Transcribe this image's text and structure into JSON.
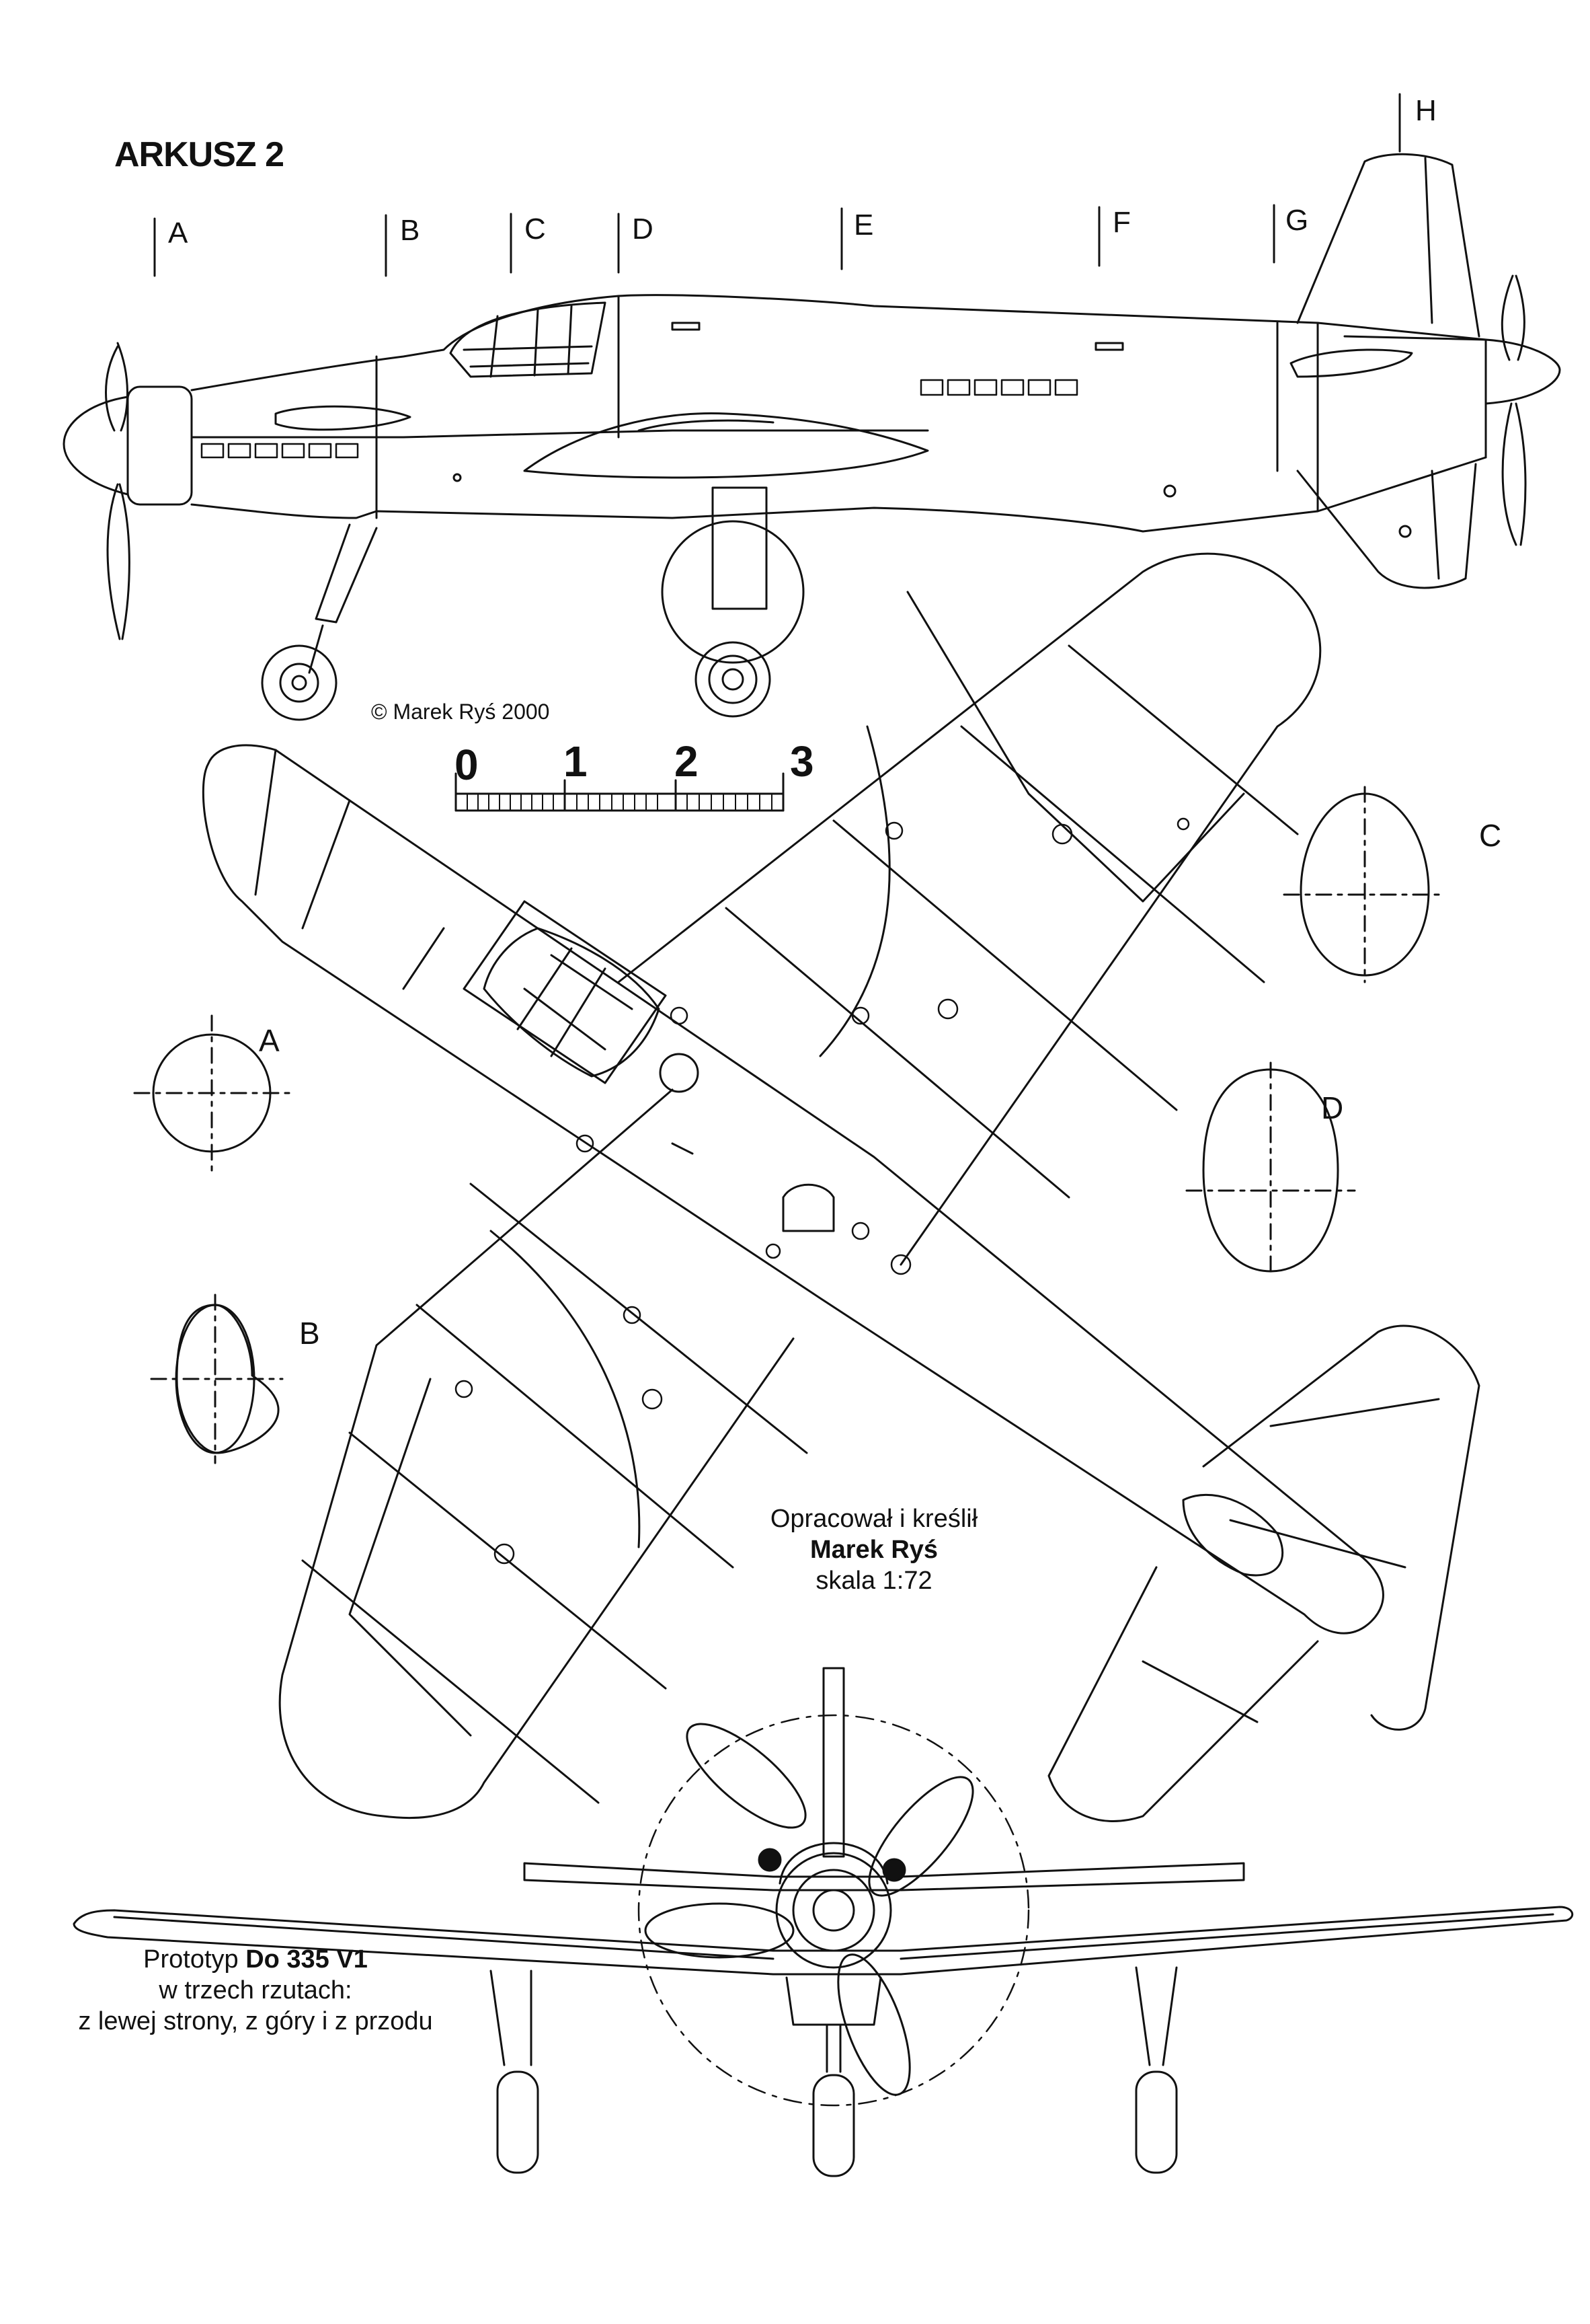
{
  "sheet_title": "ARKUSZ 2",
  "station_labels": [
    "A",
    "B",
    "C",
    "D",
    "E",
    "F",
    "G",
    "H"
  ],
  "scale_bar": {
    "ticks": [
      "0",
      "1",
      "2",
      "3"
    ]
  },
  "copyright": "© Marek Ryś 2000",
  "credit": {
    "line1": "Opracował i kreślił",
    "author": "Marek Ryś",
    "scale": "skala 1:72"
  },
  "prototype": {
    "prefix": "Prototyp ",
    "model": "Do 335 V1",
    "line2": "w trzech rzutach:",
    "line3": "z lewej strony, z góry i z przodu"
  },
  "sections": [
    "A",
    "B",
    "C",
    "D"
  ]
}
